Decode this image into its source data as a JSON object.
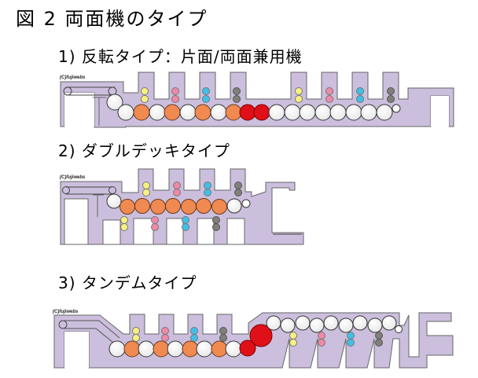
{
  "figure": {
    "title": "図 2 両面機のタイプ"
  },
  "sections": [
    {
      "label": "1) 反転タイプ：片面/両面兼用機",
      "copyright": "(C)fujiwebs"
    },
    {
      "label": "2) ダブルデッキタイプ",
      "copyright": "(C)fujiwebs"
    },
    {
      "label": "3) タンデムタイプ",
      "copyright": "(C)fujiwebs"
    }
  ],
  "colors": {
    "frame": "#cbbfdd",
    "frame_stroke": "#666666",
    "impression_cylinder": "#ffffff",
    "blanket_cylinder": "#f08a50",
    "perfecting_cylinder": "#e01018",
    "ink_yellow": "#f8f080",
    "ink_magenta": "#f088a8",
    "ink_cyan": "#40c0e8",
    "ink_black": "#808078"
  }
}
